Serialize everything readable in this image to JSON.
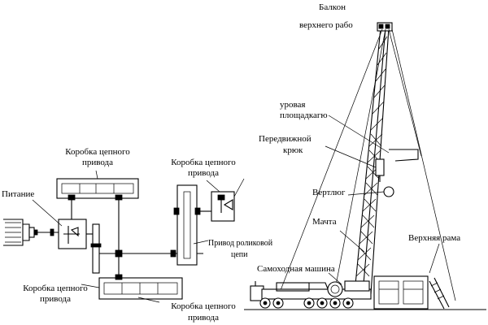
{
  "labels": {
    "balcony_1": "Балкон",
    "balcony_2": "верхнего рабо",
    "platform_1": "уровая",
    "platform_2": "площадкагю",
    "hook_1": "Передвижной",
    "hook_2": "крюк",
    "swivel": "Вертлюг",
    "mast": "Мачта",
    "top_frame": "Верхняя рама",
    "truck": "Самоходная машина",
    "power": "Питание",
    "gearbox_top_1": "Коробка цепного",
    "gearbox_top_2": "привода",
    "gearbox_right_1": "Коробка цепного",
    "gearbox_right_2": "привода",
    "roller_chain_1": "Привод роликовой",
    "roller_chain_2": "цепи",
    "gearbox_bottom_left_1": "Коробка цепного",
    "gearbox_bottom_left_2": "привода",
    "gearbox_bottom_right_1": "Коробка цепного",
    "gearbox_bottom_right_2": "привода"
  }
}
